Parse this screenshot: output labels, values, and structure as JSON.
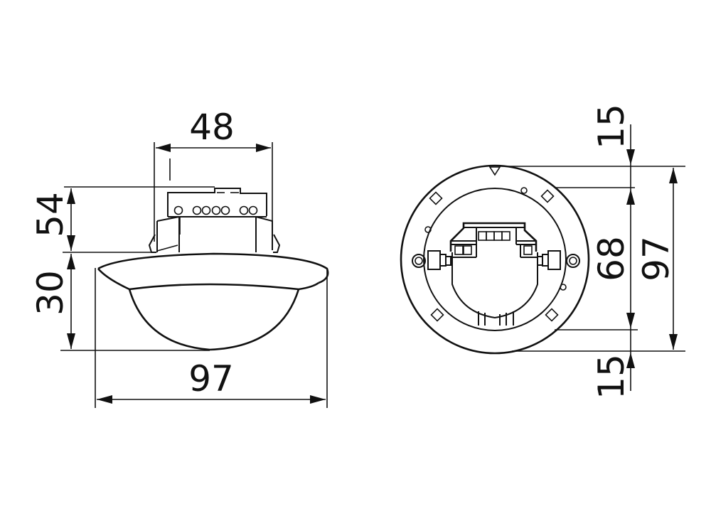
{
  "drawing": {
    "type": "technical dimension drawing",
    "units": "mm",
    "side_view": {
      "width_top": "48",
      "height_upper": "54",
      "height_lower": "30",
      "width_bottom": "97"
    },
    "top_view": {
      "offset_top": "15",
      "inner": "68",
      "outer": "97",
      "offset_bottom": "15"
    }
  }
}
